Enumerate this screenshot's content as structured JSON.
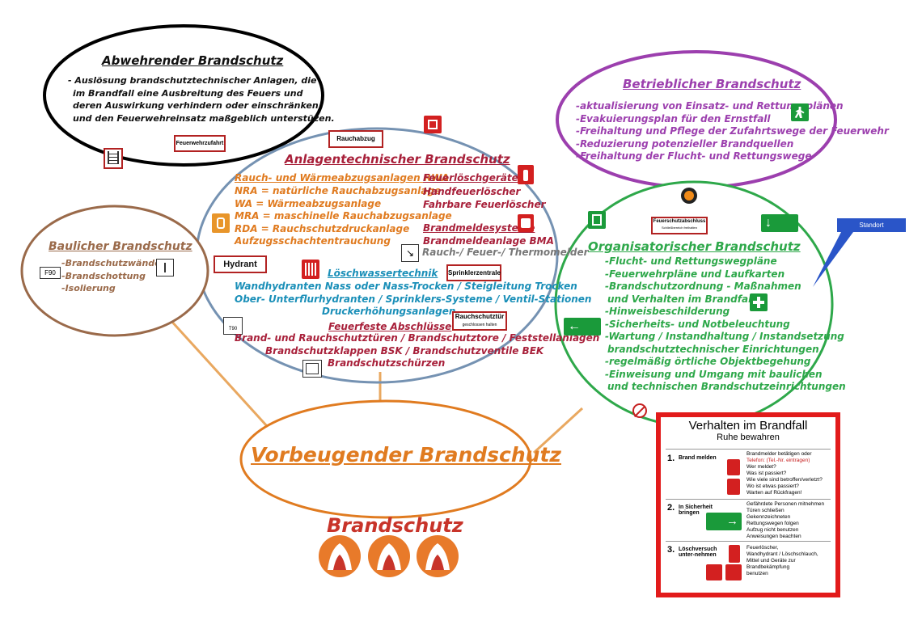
{
  "abwehrend": {
    "title": "Abwehrender Brandschutz",
    "lines": [
      "- Auslösung brandschutztechnischer Anlagen, die",
      "im Brandfall eine Ausbreitung des Feuers und",
      "deren Auswirkung verhindern oder einschränken",
      "und den Feuerwehreinsatz maßgeblich unterstüzen."
    ],
    "label_feuerwehrzufahrt": "Feuerwehrzufahrt"
  },
  "betrieblich": {
    "title": "Betrieblicher Brandschutz",
    "lines": [
      "-aktualisierung von Einsatz- und Rettungsplänen",
      "-Evakuierungsplan für den Ernstfall",
      "-Freihaltung und Pflege der Zufahrtswege der Feuerwehr",
      "-Reduzierung potenzieller Brandquellen",
      "-Freihaltung der Flucht- und Rettungswege"
    ]
  },
  "anlagen": {
    "title": "Anlagentechnischer Brandschutz",
    "label_rauchabzug": "Rauchabzug",
    "rwa_title": "Rauch- und Wärmeabzugsanlagen RWA",
    "rwa_lines": [
      "NRA   = natürliche Rauchabzugsanlage",
      "WA    = Wärmeabzugsanlage",
      "MRA = maschinelle Rauchabzugsanlage",
      "RDA  = Rauchschutzdruckanlage",
      "Aufzugsschachtentrauchung"
    ],
    "feuerloesch_title": "Feuerlöschgeräte",
    "feuerloesch_lines": [
      "Handfeuerlöscher",
      "Fahrbare Feuerlöscher"
    ],
    "bma_title": "Brandmeldesysteme",
    "bma_line": "Brandmeldeanlage BMA",
    "melder_line": "Rauch-/ Feuer-/ Thermomelder",
    "label_hydrant": "Hydrant",
    "loesch_title": "Löschwassertechnik",
    "label_sprinkler": "Sprinklerzentrale",
    "loesch_lines": [
      "Wandhydranten Nass oder Nass-Trocken / Steigleitung Trocken",
      "Ober- Unterflurhydranten / Sprinklers-Systeme / Ventil-Stationen",
      "Druckerhöhungsanlagen"
    ],
    "label_rauchschutztuer": "Rauchschutztür",
    "label_rauchschutztuer_sub": "geschlossen halten",
    "abschluss_title": "Feuerfeste Abschlüsse",
    "label_t90": "T90",
    "abschluss_lines": [
      "Brand- und Rauchschutztüren / Brandschutztore / Feststellanlagen",
      "Brandschutzklappen BSK / Brandschutzventile BEK",
      "Brandschutzschürzen"
    ]
  },
  "baulich": {
    "title": "Baulicher Brandschutz",
    "label_f90": "F90",
    "lines": [
      "-Brandschutzwände",
      "-Brandschottung",
      "-Isolierung"
    ]
  },
  "organisatorisch": {
    "title": "Organisatorischer Brandschutz",
    "label_feuerschutzabschluss": "Feuerschutzabschluss",
    "label_feuerschutzabschluss_sub": "Schließbereich freihalten",
    "lines": [
      "-Flucht- und Rettungswegpläne",
      "-Feuerwehrpläne und Laufkarten",
      "-Brandschutzordnung - Maßnahmen",
      " und Verhalten im Brandfall",
      "-Hinweisbeschilderung",
      "-Sicherheits- und Notbeleuchtung",
      "-Wartung / Instandhaltung / Instandsetzung",
      " brandschutztechnischer Einrichtungen",
      "-regelmäßig örtliche Objektbegehung",
      "-Einweisung und Umgang mit baulichen",
      " und technischen Brandschutzeinrichtungen"
    ]
  },
  "callout": {
    "label": "Standort"
  },
  "vorbeugend": {
    "title": "Vorbeugender Brandschutz"
  },
  "brandschutz": {
    "title": "Brandschutz"
  },
  "card": {
    "title": "Verhalten im Brandfall",
    "subtitle": "Ruhe bewahren",
    "s1_num": "1.",
    "s1_label": "Brand melden",
    "s1_lines": [
      "Brandmelder betätigen oder",
      "Telefon:  (Tel.-Nr. eintragen)",
      "Wer meldet?",
      "Was ist passiert?",
      "Wie viele sind betroffen/verletzt?",
      "Wo ist etwas passiert?",
      "Warten auf Rückfragen!"
    ],
    "s2_num": "2.",
    "s2_label": "In Sicherheit bringen",
    "s2_lines": [
      "Gefährdete Personen mitnehmen",
      "Türen schließen",
      "Gekennzeichneten",
      "Rettungswegen folgen",
      "Aufzug nicht benutzen",
      "Anweisungen beachten"
    ],
    "s3_num": "3.",
    "s3_label": "Löschversuch unter-nehmen",
    "s3_lines": [
      "Feuerlöscher,",
      "Wandhydrant / Löschschlauch,",
      "Mittel und Geräte zur",
      "Brandbekämpfung",
      "benutzen"
    ]
  },
  "colors": {
    "orange": "#e07b20",
    "brown": "#9a6a4a",
    "blue_ring": "#6f8fb0",
    "purple": "#9c3fae",
    "green": "#2ea84a",
    "dark_red": "#a8203a",
    "teal": "#1a8fb8",
    "red": "#e21b1b"
  }
}
